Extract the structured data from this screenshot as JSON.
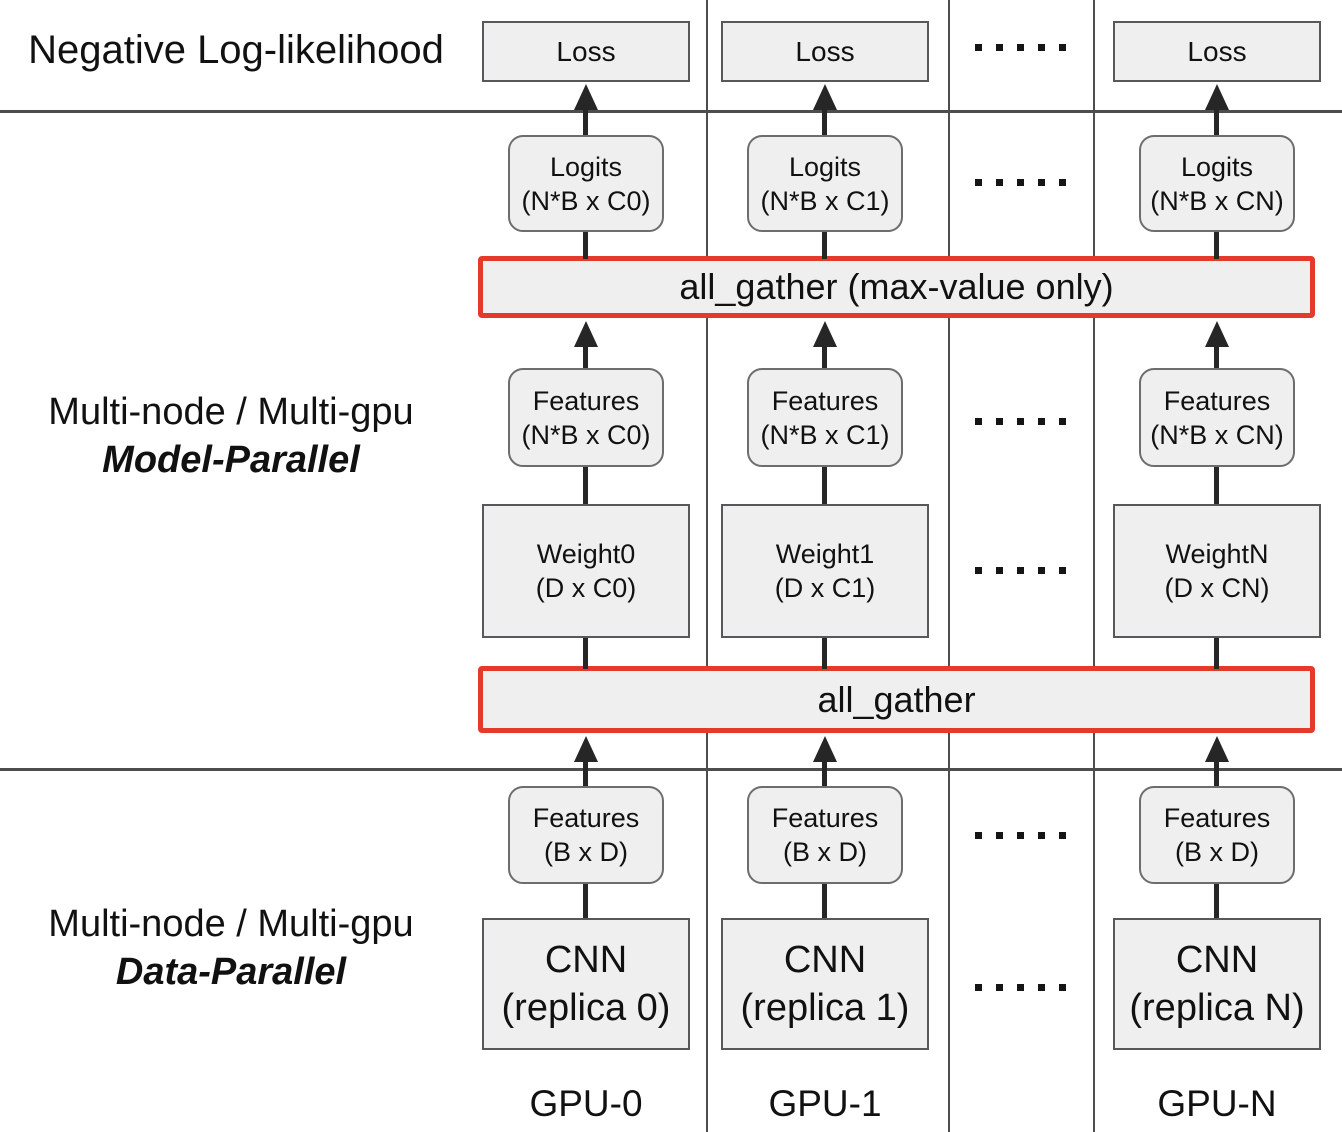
{
  "section_labels": {
    "top": "Negative Log-likelihood",
    "model_parallel": {
      "line1": "Multi-node / Multi-gpu",
      "line2": "Model-Parallel"
    },
    "data_parallel": {
      "line1": "Multi-node / Multi-gpu",
      "line2": "Data-Parallel"
    }
  },
  "gather_bars": {
    "max_only": "all_gather (max-value only)",
    "plain": "all_gather"
  },
  "columns": [
    {
      "gpu": "GPU-0",
      "loss": "Loss",
      "logits": {
        "name": "Logits",
        "shape": "(N*B x C0)"
      },
      "features_gathered": {
        "name": "Features",
        "shape": "(N*B x C0)"
      },
      "weight": {
        "name": "Weight0",
        "shape": "(D x C0)"
      },
      "features_local": {
        "name": "Features",
        "shape": "(B x D)"
      },
      "cnn": {
        "name": "CNN",
        "shape": "(replica 0)"
      }
    },
    {
      "gpu": "GPU-1",
      "loss": "Loss",
      "logits": {
        "name": "Logits",
        "shape": "(N*B x C1)"
      },
      "features_gathered": {
        "name": "Features",
        "shape": "(N*B x C1)"
      },
      "weight": {
        "name": "Weight1",
        "shape": "(D x C1)"
      },
      "features_local": {
        "name": "Features",
        "shape": "(B x D)"
      },
      "cnn": {
        "name": "CNN",
        "shape": "(replica 1)"
      }
    },
    {
      "gpu": "GPU-N",
      "loss": "Loss",
      "logits": {
        "name": "Logits",
        "shape": "(N*B x CN)"
      },
      "features_gathered": {
        "name": "Features",
        "shape": "(N*B x CN)"
      },
      "weight": {
        "name": "WeightN",
        "shape": "(D x CN)"
      },
      "features_local": {
        "name": "Features",
        "shape": "(B x D)"
      },
      "cnn": {
        "name": "CNN",
        "shape": "(replica N)"
      }
    }
  ],
  "colors": {
    "accent_red": "#e53a2b",
    "box_fill": "#efefef",
    "grid_line": "#4d4d4d",
    "arrow_black": "#262626"
  },
  "ellipsis": {
    "dot_count": 5
  }
}
